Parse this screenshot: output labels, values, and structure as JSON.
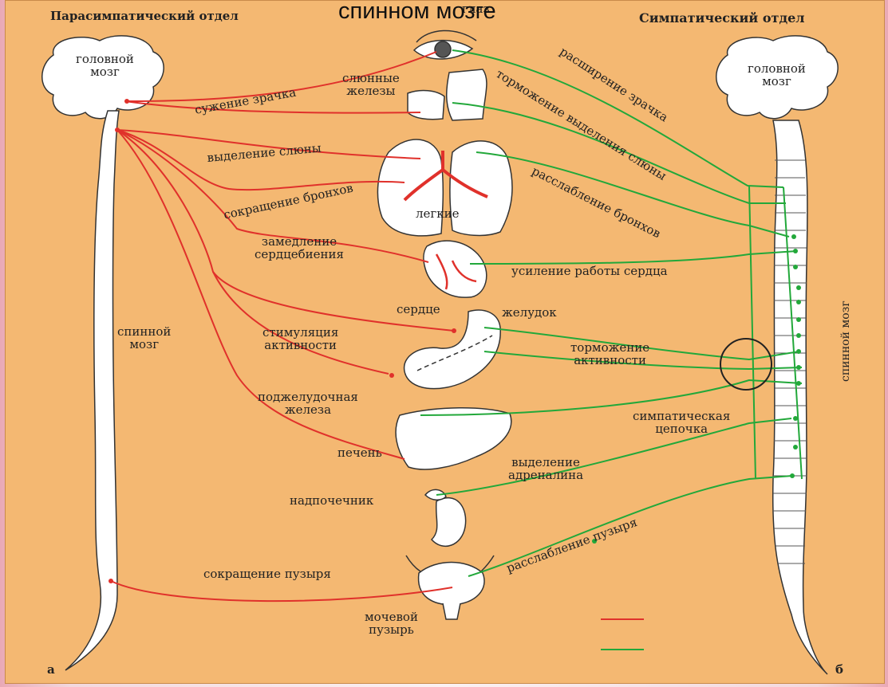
{
  "overlay_text": "спинном мозге",
  "headers": {
    "para": "Парасимпатический отдел",
    "symp": "Симпатический отдел"
  },
  "brain_left": "головной\nмозг",
  "brain_right": "головной\nмозг",
  "spinal_left": "спинной\nмозг",
  "spinal_right": "спинной мозг",
  "panel_a": "а",
  "panel_b": "б",
  "organs": {
    "eye": "глаз",
    "salivary": "слюнные\nжелезы",
    "lungs": "легкие",
    "heart": "сердце",
    "stomach": "желудок",
    "pancreas": "поджелудочная\nжелеза",
    "liver": "печень",
    "adrenal": "надпочечник",
    "bladder": "мочевой\nпузырь"
  },
  "para_labels": {
    "pupil": "сужение зрачка",
    "saliva": "выделение слюны",
    "bronchi": "сокращение бронхов",
    "heart": "замедление\nсердцебиения",
    "activity": "стимуляция\nактивности",
    "bladder": "сокращение пузыря"
  },
  "symp_labels": {
    "pupil": "расширение зрачка",
    "saliva": "торможение выделения слюны",
    "bronchi": "расслабление бронхов",
    "heart": "усиление работы сердца",
    "activity": "торможение\nактивности",
    "chain": "симпатическая\nцепочка",
    "adrenaline": "выделение\nадреналина",
    "bladder": "расслабление пузыря"
  },
  "colors": {
    "background": "#f4b872",
    "parasympathetic": "#e0312b",
    "sympathetic": "#22a83a"
  }
}
